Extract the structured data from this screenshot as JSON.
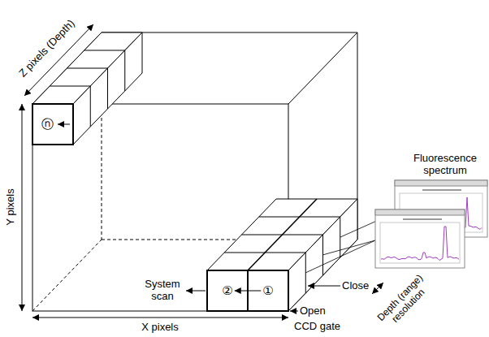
{
  "diagram": {
    "nodes": [
      {
        "text": [
          "ⓝ"
        ]
      },
      {
        "text": [
          "②"
        ]
      },
      {
        "text": [
          "①"
        ]
      }
    ],
    "edges": [
      {
        "from": 2,
        "to": 1,
        "arrow": "to"
      }
    ],
    "labels": [
      "Z pixels (Depth)",
      "Y pixels",
      "X pixels",
      "System scan",
      "Close",
      "Open",
      "CCD gate",
      "Depth (range) resolution",
      "Fluorescence spectrum"
    ]
  }
}
